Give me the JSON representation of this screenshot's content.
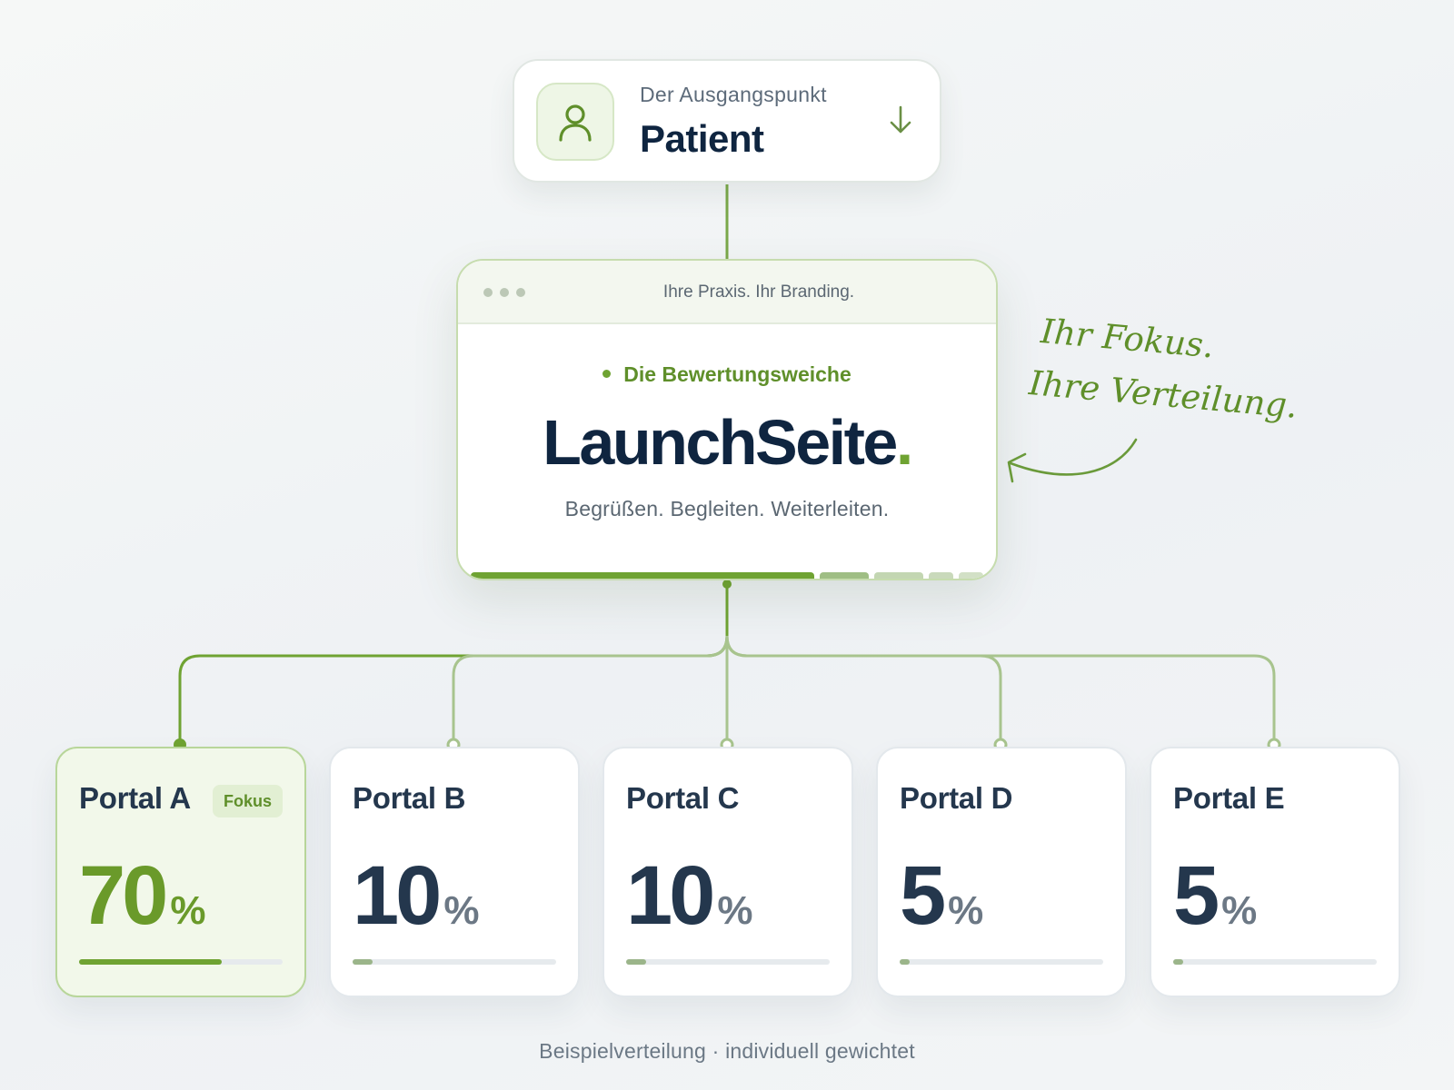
{
  "patient": {
    "subtitle": "Der Ausgangspunkt",
    "title": "Patient",
    "icon": "user-icon",
    "arrow_icon": "arrow-down-icon"
  },
  "launch": {
    "topbar_text": "Ihre Praxis. Ihr Branding.",
    "eyebrow": "Die Bewertungsweiche",
    "brand_name": "LaunchSeite",
    "brand_dot": ".",
    "tagline": "Begrüßen. Begleiten. Weiterleiten."
  },
  "annotation": {
    "line1": "Ihr Fokus.",
    "line2": "Ihre Verteilung."
  },
  "portals": [
    {
      "name": "Portal A",
      "value": "70",
      "unit": "%",
      "share": 0.7,
      "badge": "Fokus",
      "focus": true
    },
    {
      "name": "Portal B",
      "value": "10",
      "unit": "%",
      "share": 0.1,
      "badge": "",
      "focus": false
    },
    {
      "name": "Portal C",
      "value": "10",
      "unit": "%",
      "share": 0.1,
      "badge": "",
      "focus": false
    },
    {
      "name": "Portal D",
      "value": "5",
      "unit": "%",
      "share": 0.05,
      "badge": "",
      "focus": false
    },
    {
      "name": "Portal E",
      "value": "5",
      "unit": "%",
      "share": 0.05,
      "badge": "",
      "focus": false
    }
  ],
  "footer": "Beispielverteilung · individuell gewichtet",
  "colors": {
    "accent": "#6fa332",
    "accent_light": "#a8c48e",
    "navy": "#0f2540"
  }
}
